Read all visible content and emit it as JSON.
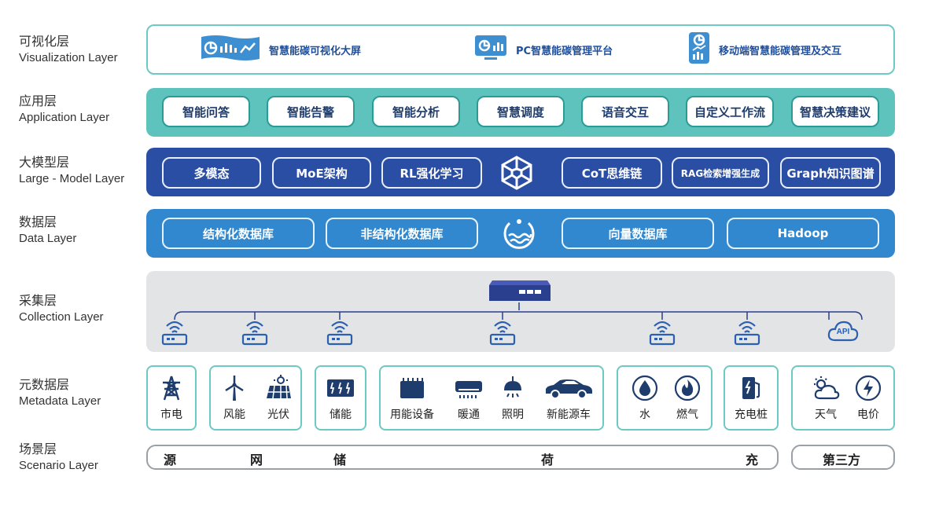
{
  "layers": {
    "visualization": {
      "cn": "可视化层",
      "en": "Visualization Layer"
    },
    "application": {
      "cn": "应用层",
      "en": "Application Layer"
    },
    "model": {
      "cn": "大模型层",
      "en": "Large - Model Layer"
    },
    "data": {
      "cn": "数据层",
      "en": "Data Layer"
    },
    "collection": {
      "cn": "采集层",
      "en": "Collection Layer"
    },
    "metadata": {
      "cn": "元数据层",
      "en": "Metadata Layer"
    },
    "scenario": {
      "cn": "场景层",
      "en": "Scenario Layer"
    }
  },
  "visualization": {
    "items": [
      {
        "label": "智慧能碳可视化大屏",
        "icon": "dashboard-icon"
      },
      {
        "label": "PC智慧能碳管理平台",
        "icon": "pc-monitor-icon"
      },
      {
        "label": "移动端智慧能碳管理及交互",
        "icon": "mobile-phone-icon"
      }
    ]
  },
  "application": {
    "items": [
      "智能问答",
      "智能告警",
      "智能分析",
      "智慧调度",
      "语音交互",
      "自定义工作流",
      "智慧决策建议"
    ]
  },
  "model": {
    "items": [
      "多模态",
      "MoE架构",
      "RL强化学习",
      "CoT思维链",
      "RAG检索增强生成",
      "Graph知识图谱"
    ],
    "center_icon": "cube-network-icon"
  },
  "data": {
    "items": [
      "结构化数据库",
      "非结构化数据库",
      "向量数据库",
      "Hadoop"
    ],
    "center_icon": "data-lake-icon"
  },
  "collection": {
    "gateway_icon": "gateway-device-icon",
    "api_label": "API"
  },
  "metadata": {
    "items": [
      "市电",
      "风能",
      "光伏",
      "储能",
      "用能设备",
      "暖通",
      "照明",
      "新能源车",
      "水",
      "燃气",
      "充电桩",
      "天气",
      "电价"
    ]
  },
  "scenario": {
    "chars": [
      "源",
      "网",
      "储",
      "荷",
      "充"
    ],
    "third_party": "第三方"
  },
  "colors": {
    "teal": "#5ec3bd",
    "navy": "#2b4ea5",
    "blue": "#3288cf",
    "gray": "#e3e4e6"
  }
}
